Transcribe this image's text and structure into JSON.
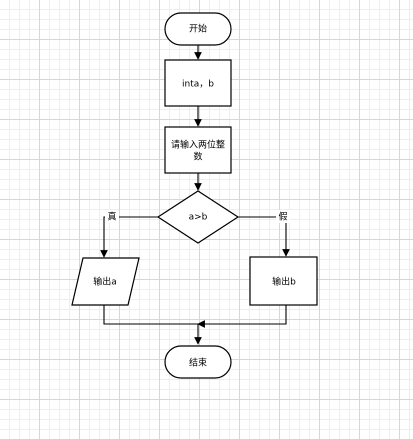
{
  "nodes": {
    "start": "开始",
    "declare": "inta，b",
    "input_line1": "请输入两位整",
    "input_line2": "数",
    "decision": "a>b",
    "output_a": "输出a",
    "output_b": "输出b",
    "end": "结束"
  },
  "edges": {
    "true_label": "真",
    "false_label": "假"
  }
}
